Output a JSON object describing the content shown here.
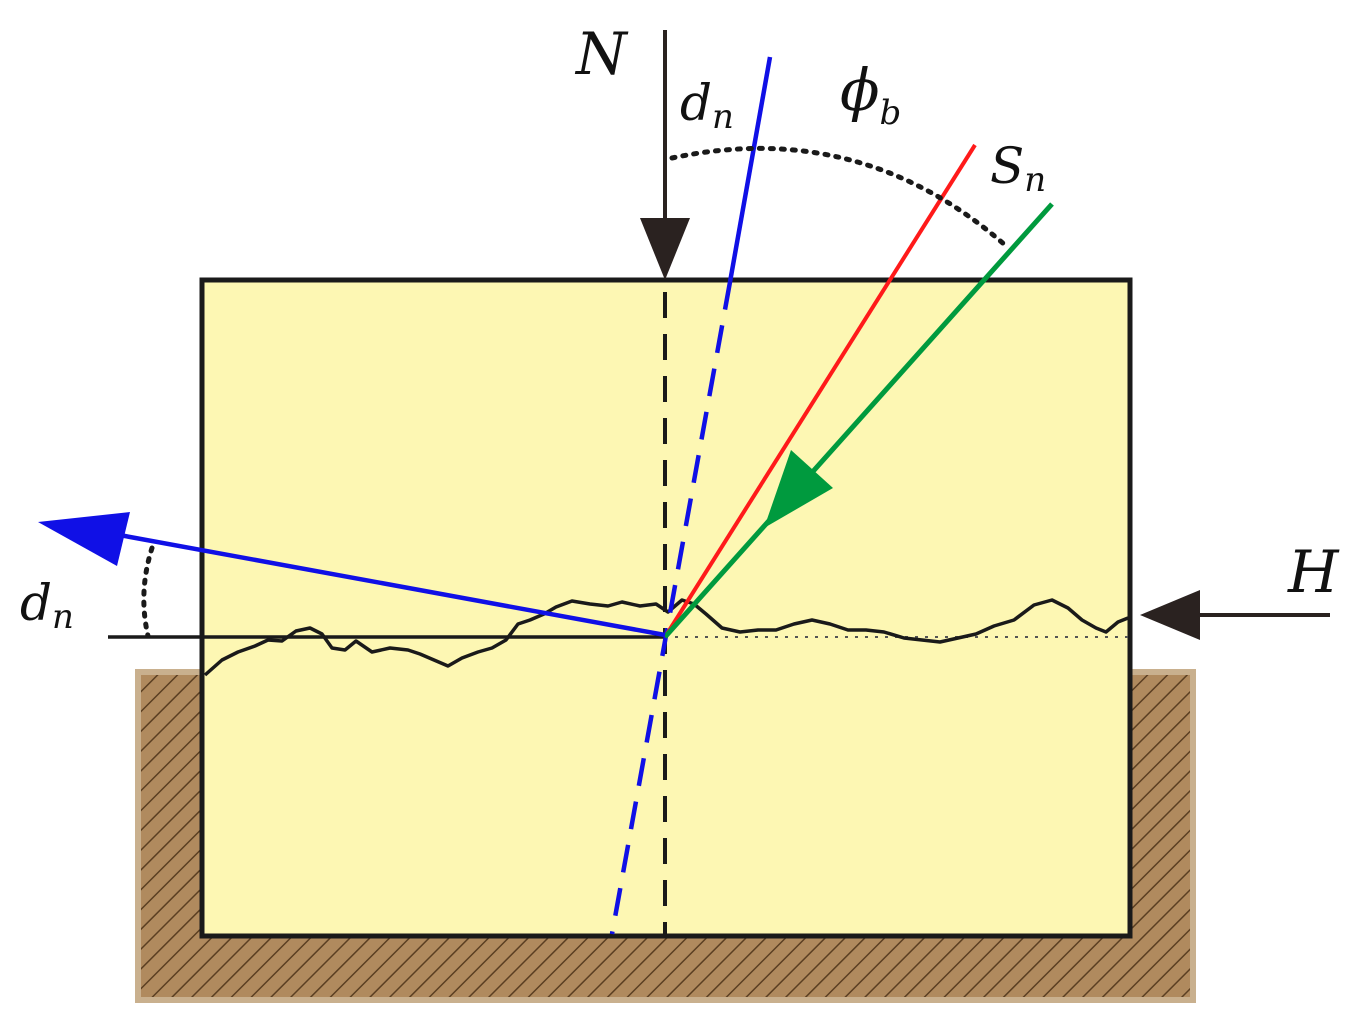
{
  "labels": {
    "normal_force": "N",
    "dilation_angle_top": "d",
    "dilation_angle_top_sub": "n",
    "basic_friction_angle": "ϕ",
    "basic_friction_angle_sub": "b",
    "shear_strength": "S",
    "shear_strength_sub": "n",
    "horizontal_force": "H",
    "dilation_angle_left": "d",
    "dilation_angle_left_sub": "n"
  },
  "colors": {
    "specimen_fill": "#fdf7b3",
    "base_fill": "#b08a5e",
    "base_hatch": "#5b3f22",
    "outline": "#1a1a1a",
    "dilation_line": "#1010e6",
    "shear_strength_line": "#ff1a1a",
    "force_line": "#009a3e",
    "normal_arrow": "#2a2220"
  }
}
